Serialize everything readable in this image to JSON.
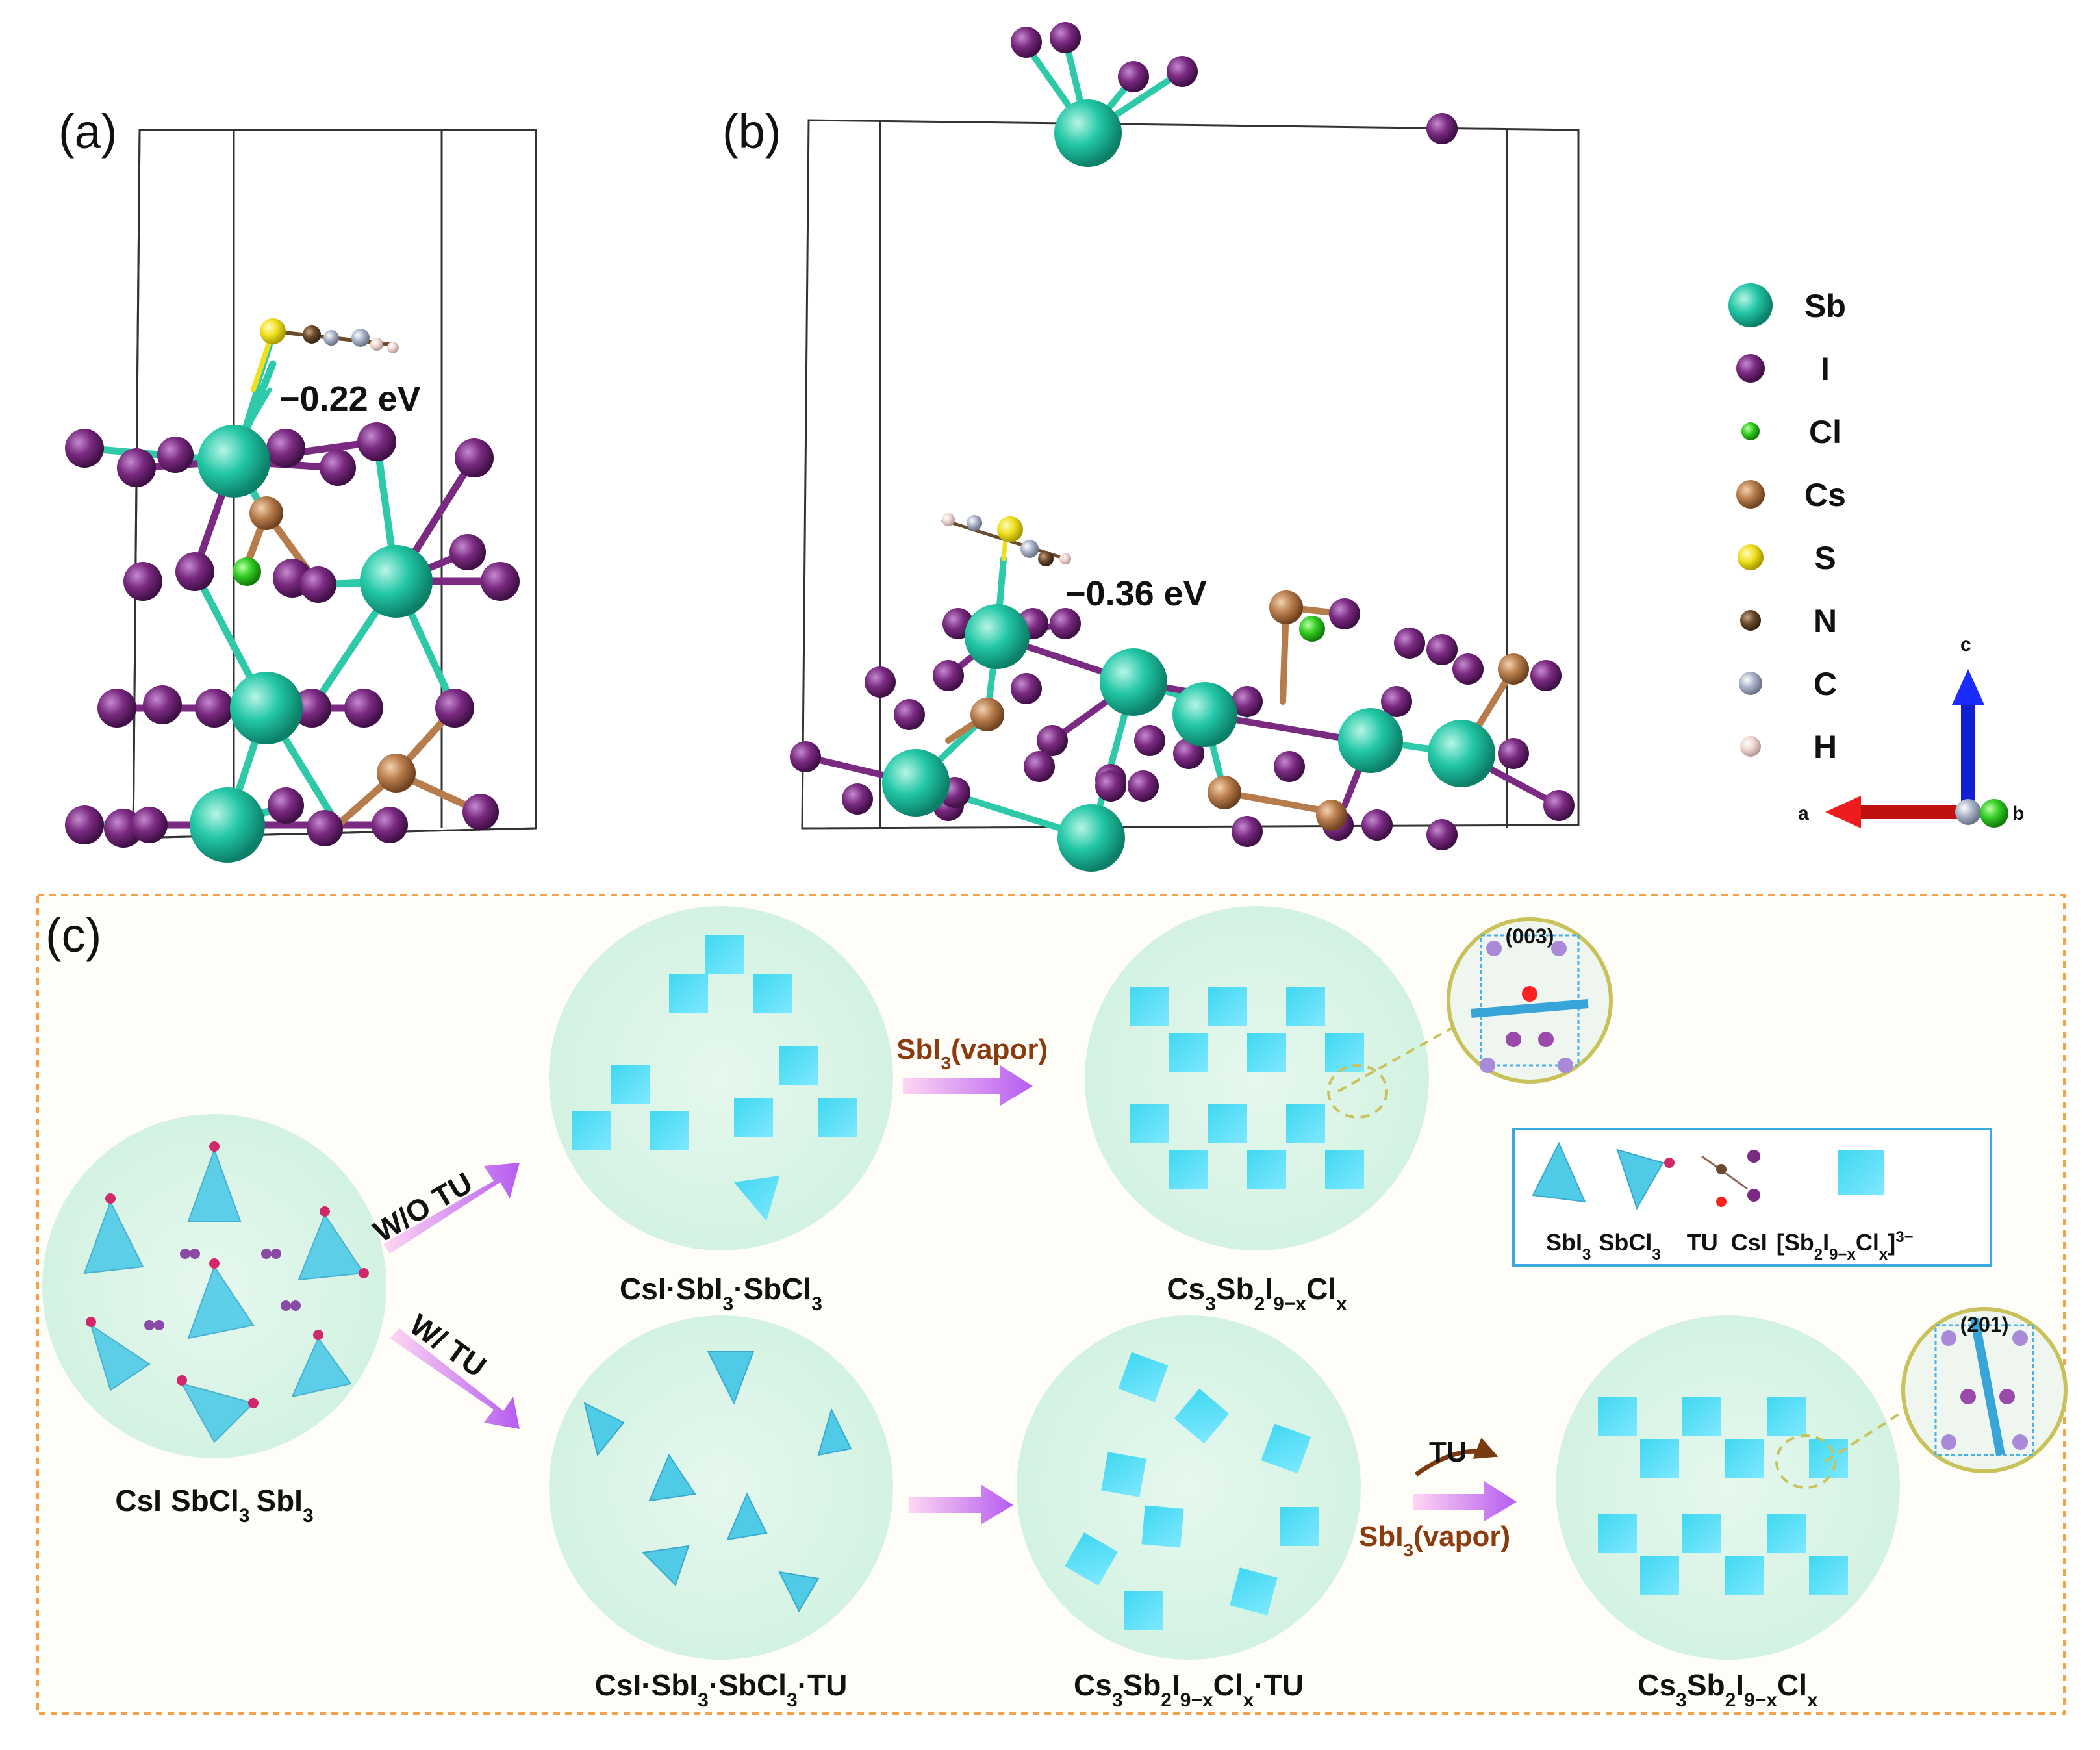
{
  "panel_labels": {
    "a": "(a)",
    "b": "(b)",
    "c": "(c)"
  },
  "energies": {
    "a": "−0.22 eV",
    "b": "−0.36 eV"
  },
  "legend": [
    {
      "symbol": "Sb",
      "color": "#22c7a6"
    },
    {
      "symbol": "I",
      "color": "#7a2a80"
    },
    {
      "symbol": "Cl",
      "color": "#33cc22"
    },
    {
      "symbol": "Cs",
      "color": "#b77c4c"
    },
    {
      "symbol": "S",
      "color": "#f0e020"
    },
    {
      "symbol": "N",
      "color": "#6b4a2e"
    },
    {
      "symbol": "C",
      "color": "#aab3c8"
    },
    {
      "symbol": "H",
      "color": "#f0d6d0"
    }
  ],
  "axes": {
    "c": "c",
    "a": "a",
    "b": "b"
  },
  "scheme": {
    "start_label": [
      "CsI",
      "SbCl",
      "3",
      "SbI",
      "3"
    ],
    "wo_tu": "W/O TU",
    "w_tu": "W/ TU",
    "vapor": [
      "SbI",
      "3",
      "(vapor)"
    ],
    "tu_arrow": "TU",
    "intermediate_top": [
      "CsI·SbI",
      "3",
      "·SbCl",
      "3"
    ],
    "product_top": [
      "Cs",
      "3",
      "Sb",
      "2",
      "I",
      "9−x",
      "Cl",
      "x"
    ],
    "intermediate_bottom": [
      "CsI·SbI",
      "3",
      "·SbCl",
      "3",
      "·TU"
    ],
    "intermediate_bottom2": [
      "Cs",
      "3",
      "Sb",
      "2",
      "I",
      "9−x",
      "Cl",
      "x",
      "·TU"
    ],
    "product_bottom": [
      "Cs",
      "3",
      "Sb",
      "2",
      "I",
      "9−x",
      "Cl",
      "x"
    ],
    "plane_top": "(003)",
    "plane_bottom": "(201)",
    "key_items": [
      "SbI",
      "3",
      "SbCl",
      "3",
      "TU",
      "CsI",
      "[Sb",
      "2",
      "I",
      "9−x",
      "Cl",
      "x",
      "]",
      "3−"
    ]
  }
}
